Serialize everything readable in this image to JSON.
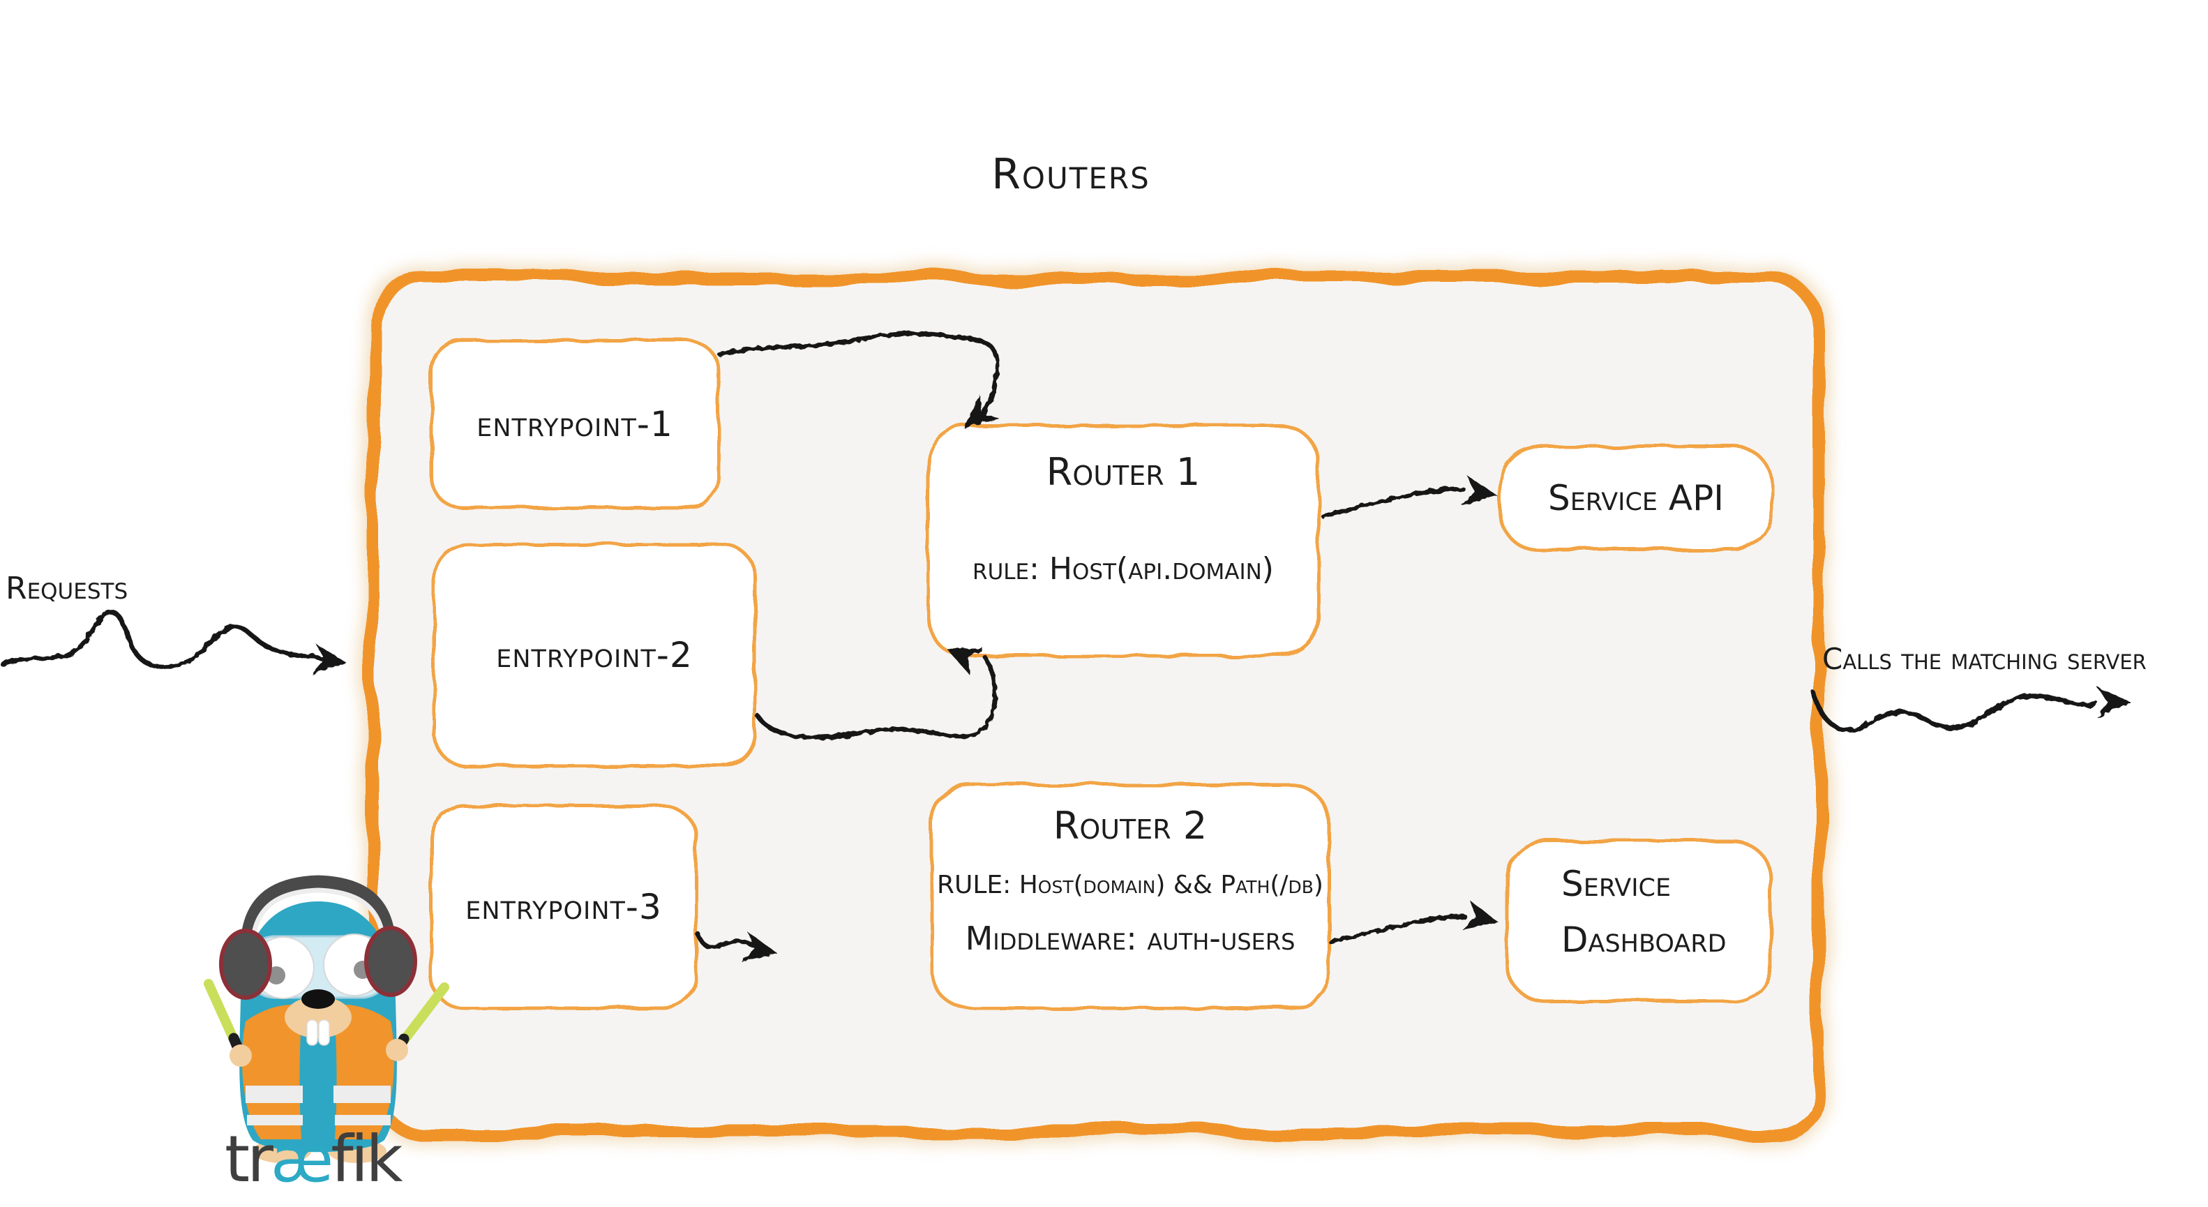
{
  "page": {
    "title": "Routers"
  },
  "labels": {
    "requests": "Requests",
    "calls": "Calls the matching server"
  },
  "entrypoints": [
    {
      "label": "entrypoint-1"
    },
    {
      "label": "entrypoint-2"
    },
    {
      "label": "entrypoint-3"
    }
  ],
  "routers": [
    {
      "name": "Router 1",
      "rule": "rule: Host(api.domain)"
    },
    {
      "name": "Router 2",
      "rule": "RULE: Host(domain) && Path(/db)",
      "middleware": "Middleware: auth-users"
    }
  ],
  "services": [
    {
      "name": "Service API"
    },
    {
      "name": "Service Dashboard",
      "line1": "Service",
      "line2": "Dashboard"
    }
  ],
  "logo": {
    "pre": "tr",
    "mid": "æ",
    "post": "fik",
    "full": "træfik"
  },
  "colors": {
    "brand_orange": "#F0942B",
    "box_stroke_orange": "#F2A444",
    "panel_gray": "#F5F4F2",
    "ink": "#1C1C1C",
    "logo_teal": "#2CA9C5",
    "logo_gray": "#3F3F3F",
    "wand_green": "#C9DF5B",
    "gopher_teal": "#2EA7C4"
  }
}
